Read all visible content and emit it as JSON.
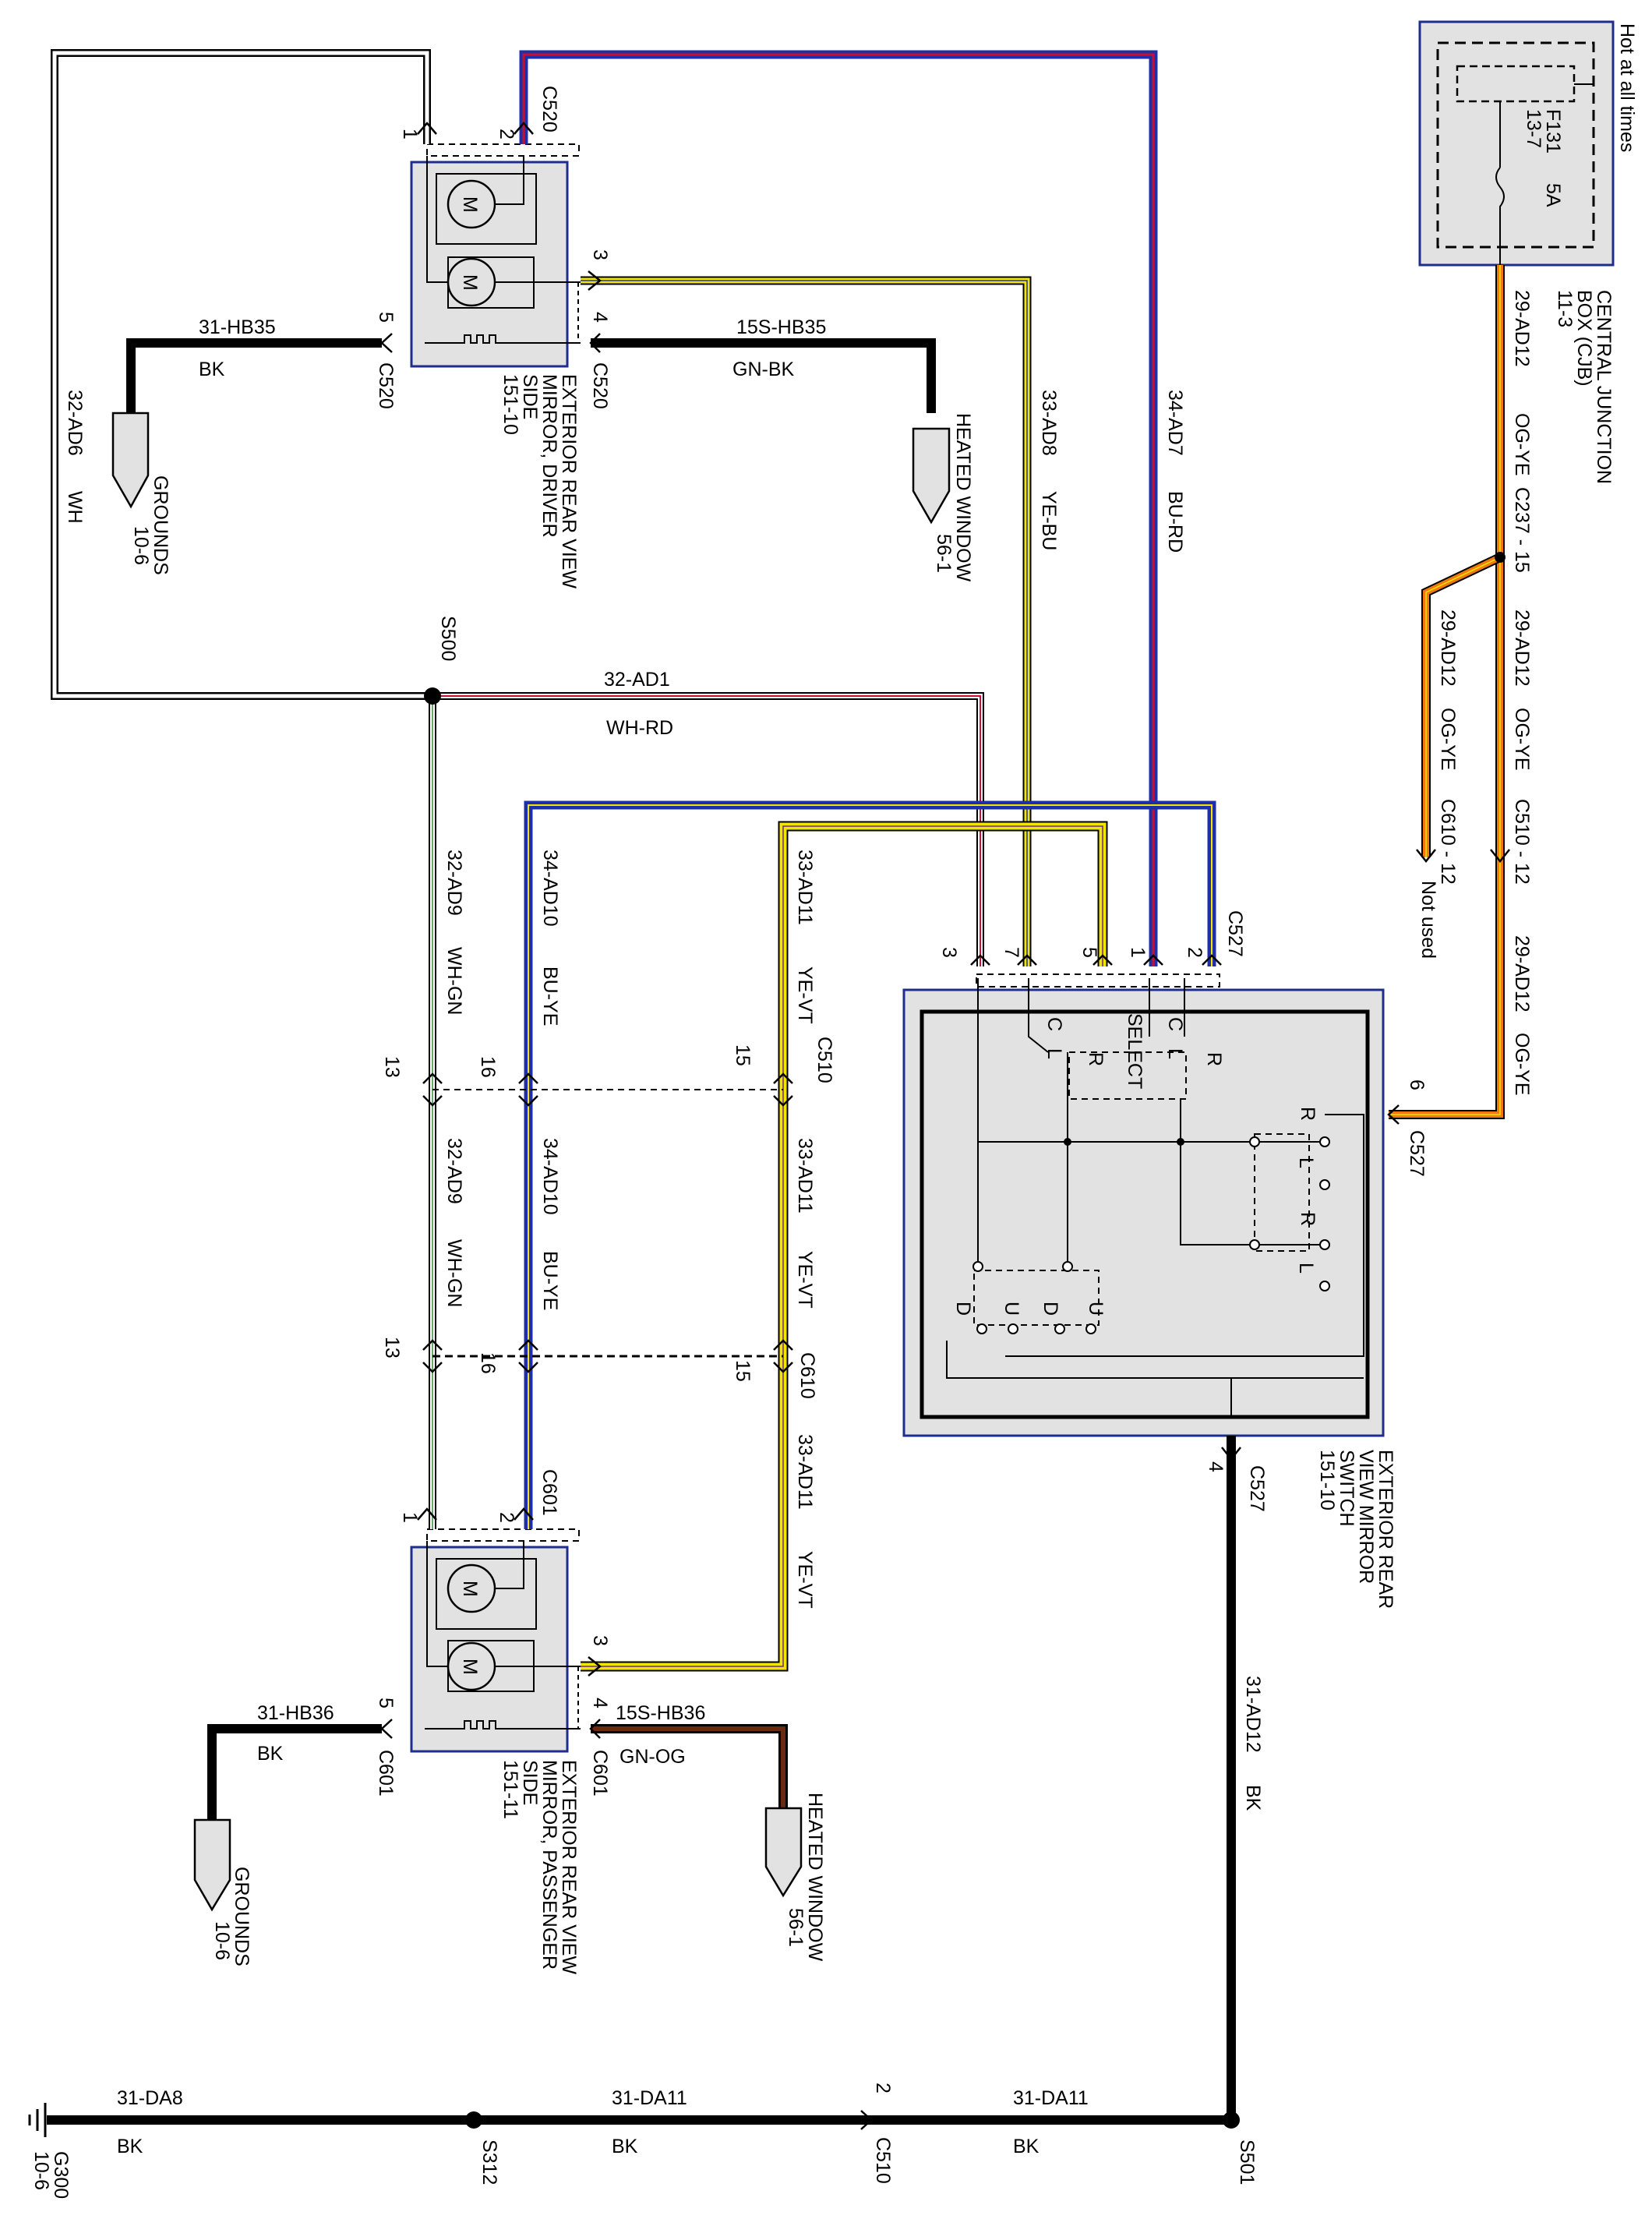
{
  "diagram": {
    "cjb": {
      "hot": "Hot at all times",
      "fuse_id": "F131",
      "fuse_page": "13-7",
      "fuse_rating": "5A",
      "name_line1": "CENTRAL JUNCTION",
      "name_line2": "BOX (CJB)",
      "name_page": "11-3"
    },
    "driver_mirror": {
      "line1": "EXTERIOR REAR VIEW",
      "line2": "MIRROR, DRIVER",
      "line3": "SIDE",
      "page": "151-10",
      "connector": "C520",
      "pin1": "1",
      "pin2": "2",
      "pin3": "3",
      "pin4": "4",
      "pin5": "5"
    },
    "passenger_mirror": {
      "line1": "EXTERIOR REAR VIEW",
      "line2": "MIRROR, PASSENGER",
      "line3": "SIDE",
      "page": "151-11",
      "connector": "C601",
      "pin1": "1",
      "pin2": "2",
      "pin3": "3",
      "pin4": "4",
      "pin5": "5"
    },
    "motor_label": "M",
    "switch": {
      "line1": "EXTERIOR REAR",
      "line2": "VIEW MIRROR",
      "line3": "SWITCH",
      "page": "151-10",
      "connector": "C527",
      "pin3": "3",
      "pin7": "7",
      "pin5": "5",
      "pin1": "1",
      "pin2": "2",
      "pin6": "6",
      "pin4": "4",
      "select": "SELECT",
      "c": "C",
      "l": "L",
      "r": "R",
      "u": "U",
      "d": "D"
    },
    "grounds": {
      "label": "GROUNDS",
      "page": "10-6"
    },
    "heated_window": {
      "label": "HEATED WINDOW",
      "page": "56-1"
    },
    "g300": {
      "label": "G300",
      "page": "10-6"
    },
    "splices": {
      "s500": "S500",
      "s312": "S312",
      "s501": "S501"
    },
    "connectors": {
      "c237": "C237 - 15",
      "c510_12": "C510 - 12",
      "c610_12": "C610 - 12",
      "not_used": "Not used",
      "c510": "C510",
      "c610": "C610",
      "c510_pin2": "2",
      "pin13": "13",
      "pin16": "16",
      "pin15": "15"
    },
    "wires": {
      "hb35": "31-HB35",
      "hb35_color": "BK",
      "s_hb35": "15S-HB35",
      "s_hb35_color": "GN-BK",
      "ad6": "32-AD6",
      "ad6_color": "WH",
      "ad8": "33-AD8",
      "ad8_color": "YE-BU",
      "ad7": "34-AD7",
      "ad7_color": "BU-RD",
      "ad12": "29-AD12",
      "ad12_color": "OG-YE",
      "ad1": "32-AD1",
      "ad1_color": "WH-RD",
      "ad9": "32-AD9",
      "ad9_color": "WH-GN",
      "ad10": "34-AD10",
      "ad10_color": "BU-YE",
      "ad11": "33-AD11",
      "ad11_color": "YE-VT",
      "hb36": "31-HB36",
      "hb36_color": "BK",
      "s_hb36": "15S-HB36",
      "s_hb36_color": "GN-OG",
      "g_ad12": "31-AD12",
      "g_ad12_color": "BK",
      "da8": "31-DA8",
      "da8_color": "BK",
      "da11": "31-DA11",
      "da11_color": "BK"
    },
    "colors": {
      "white": "#ffffff",
      "black": "#000000",
      "yellow": "#f2e600",
      "blue": "#1f2fa8",
      "red": "#c8102e",
      "orange": "#f07a10",
      "green": "#3a8a3a",
      "brown": "#6a2a10",
      "box_blue": "#1f2d8f",
      "box_fill": "#e2e2e2"
    }
  }
}
